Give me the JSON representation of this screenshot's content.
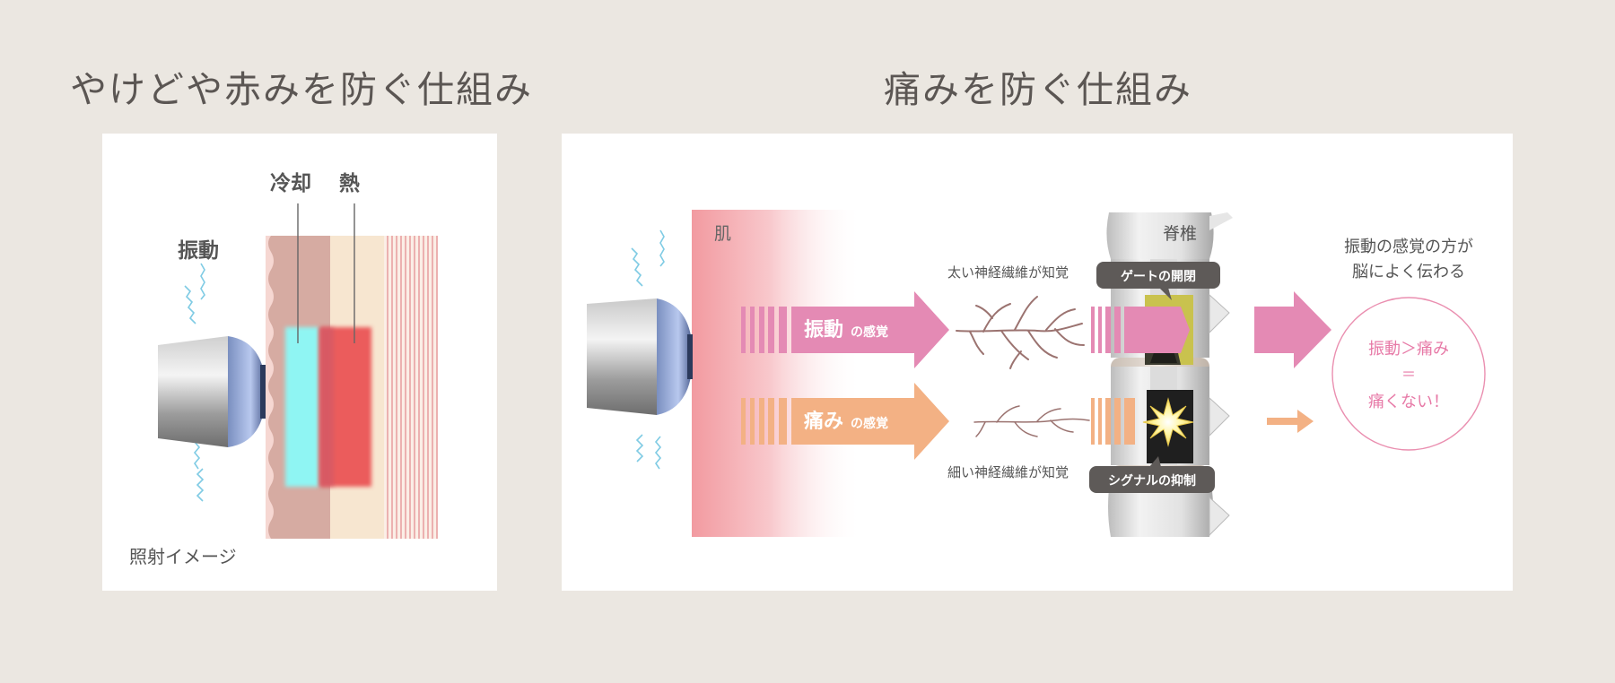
{
  "left": {
    "title": "やけどや赤みを防ぐ仕組み",
    "label_vibration": "振動",
    "label_cooling": "冷却",
    "label_heat": "熱",
    "caption": "照射イメージ"
  },
  "right": {
    "title": "痛みを防ぐ仕組み",
    "label_skin": "肌",
    "arrow_vibration_main": "振動",
    "arrow_vibration_sub": "の感覚",
    "arrow_pain_main": "痛み",
    "arrow_pain_sub": "の感覚",
    "nerve_thick": "太い神経繊維が知覚",
    "nerve_thin": "細い神経繊維が知覚",
    "label_spine": "脊椎",
    "badge_gate": "ゲートの開閉",
    "badge_signal": "シグナルの抑制",
    "brain_line1": "振動の感覚の方が",
    "brain_line2": "脳によく伝わる",
    "circle_line1": "振動＞痛み",
    "circle_line2": "＝",
    "circle_line3": "痛くない！"
  },
  "colors": {
    "background": "#ebe7e1",
    "pink": "#e48ab4",
    "orange": "#f3b184",
    "cool": "#8ff5f3",
    "heat": "#eb5c5c",
    "badge": "#5e5a58"
  }
}
